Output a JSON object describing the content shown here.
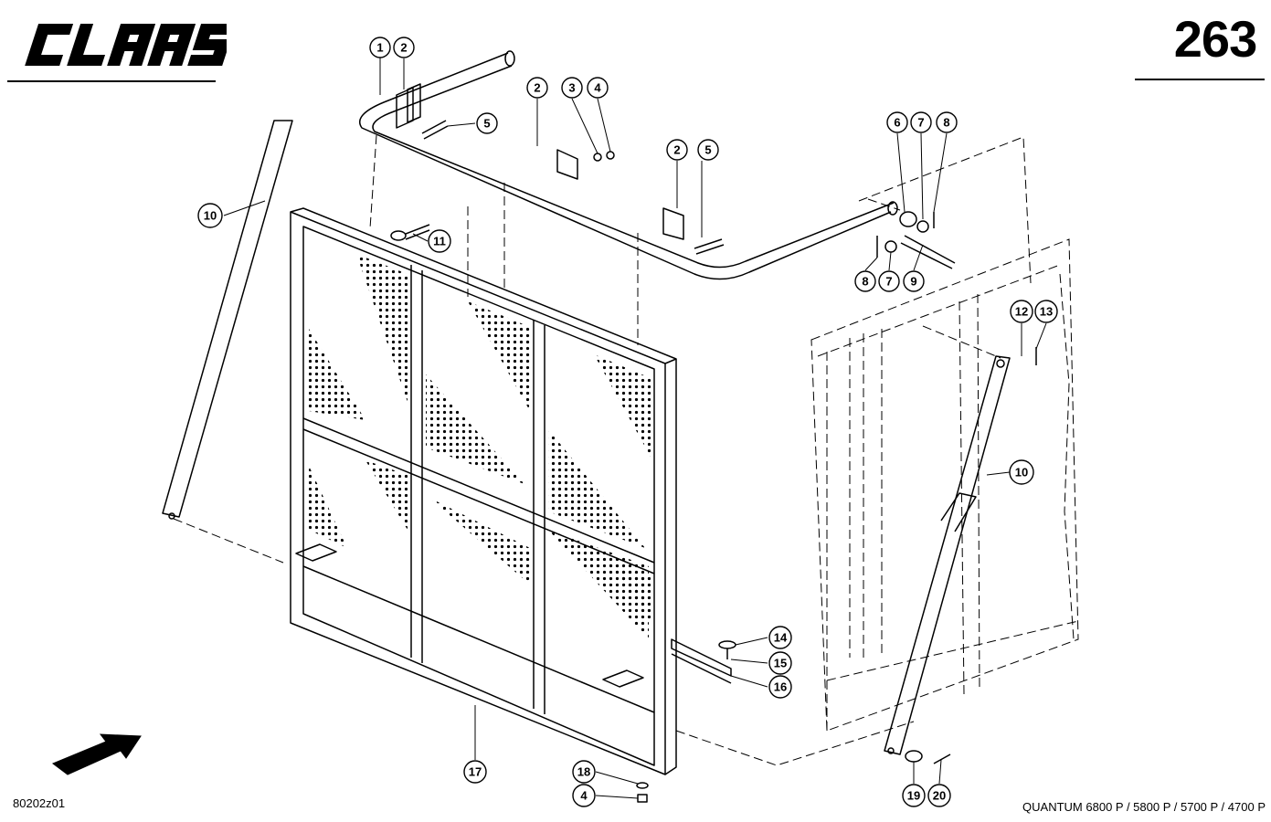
{
  "header": {
    "brand": "CLAAS",
    "page_number": "263"
  },
  "footer": {
    "drawing_number": "80202z01",
    "model": "QUANTUM 6800 P / 5800 P / 5700 P / 4700 P"
  },
  "callouts": [
    {
      "id": "c1",
      "label": "1"
    },
    {
      "id": "c2a",
      "label": "2"
    },
    {
      "id": "c5a",
      "label": "5"
    },
    {
      "id": "c2b",
      "label": "2"
    },
    {
      "id": "c3",
      "label": "3"
    },
    {
      "id": "c4a",
      "label": "4"
    },
    {
      "id": "c2c",
      "label": "2"
    },
    {
      "id": "c5b",
      "label": "5"
    },
    {
      "id": "c6",
      "label": "6"
    },
    {
      "id": "c7a",
      "label": "7"
    },
    {
      "id": "c8a",
      "label": "8"
    },
    {
      "id": "c8b",
      "label": "8"
    },
    {
      "id": "c7b",
      "label": "7"
    },
    {
      "id": "c9",
      "label": "9"
    },
    {
      "id": "c10a",
      "label": "10"
    },
    {
      "id": "c11",
      "label": "11"
    },
    {
      "id": "c12",
      "label": "12"
    },
    {
      "id": "c13",
      "label": "13"
    },
    {
      "id": "c10b",
      "label": "10"
    },
    {
      "id": "c14",
      "label": "14"
    },
    {
      "id": "c15",
      "label": "15"
    },
    {
      "id": "c16",
      "label": "16"
    },
    {
      "id": "c17",
      "label": "17"
    },
    {
      "id": "c18",
      "label": "18"
    },
    {
      "id": "c4b",
      "label": "4"
    },
    {
      "id": "c19",
      "label": "19"
    },
    {
      "id": "c20",
      "label": "20"
    }
  ]
}
